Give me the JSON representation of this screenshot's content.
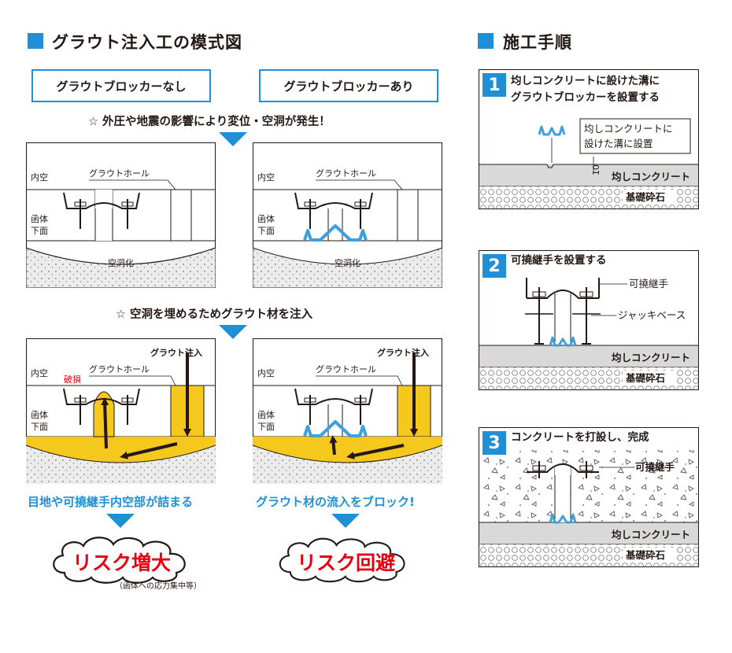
{
  "left_section": {
    "title": "グラウト注入工の模式図",
    "header_without": "グラウトブロッカーなし",
    "header_with": "グラウトブロッカーあり",
    "note1": "☆ 外圧や地震の影響により変位・空洞が発生！",
    "note2": "☆ 空洞を埋めるためグラウト材を注入",
    "labels": {
      "inner_space": "内空",
      "grout_hole": "グラウトホール",
      "box_bottom_1": "函体",
      "box_bottom_2": "下面",
      "cavity": "空洞化",
      "grout_injection": "グラウト注入",
      "damage": "破損"
    },
    "caption_left": "目地や可撓継手内空部が詰まる",
    "caption_right": "グラウト材の流入をブロック!",
    "risk_left": "リスク増大",
    "risk_left_note": "（函体への応力集中等）",
    "risk_right": "リスク回避"
  },
  "right_section": {
    "title": "施工手順",
    "steps": [
      {
        "num": "1",
        "line1": "均しコンクリートに設けた溝に",
        "line2": "グラウトブロッカーを設置する",
        "callout1": "均しコンクリートに",
        "callout2": "設けた溝に設置",
        "dim": "10",
        "layer1": "均しコンクリート",
        "layer2": "基礎砕石"
      },
      {
        "num": "2",
        "line1": "可撓継手を設置する",
        "label1": "可撓継手",
        "label2": "ジャッキベース",
        "layer1": "均しコンクリート",
        "layer2": "基礎砕石"
      },
      {
        "num": "3",
        "line1": "コンクリートを打設し、完成",
        "label1": "可撓継手",
        "layer1": "均しコンクリート",
        "layer2": "基礎砕石"
      }
    ]
  },
  "colors": {
    "accent_blue": "#1f8fd6",
    "grout_yellow": "#f5c81e",
    "risk_red": "#e60012",
    "blocker_blue": "#3fa0dc"
  }
}
